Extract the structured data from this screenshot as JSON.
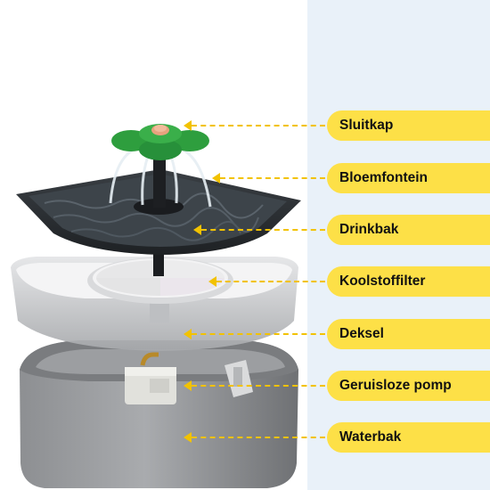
{
  "callouts": [
    {
      "id": "sluitkap",
      "label": "Sluitkap"
    },
    {
      "id": "bloemfontein",
      "label": "Bloemfontein"
    },
    {
      "id": "drinkbak",
      "label": "Drinkbak"
    },
    {
      "id": "koolstoffilter",
      "label": "Koolstoffilter"
    },
    {
      "id": "deksel",
      "label": "Deksel"
    },
    {
      "id": "geruisloze-pomp",
      "label": "Geruisloze pomp"
    },
    {
      "id": "waterbak",
      "label": "Waterbak"
    }
  ],
  "colors": {
    "label_background": "#fde047",
    "leader_line": "#f2c200",
    "panel_background": "#e9f1f9",
    "flower_green": "#2e9e3e",
    "tray_dark": "#2b2f33",
    "base_grey": "#7d7f82"
  }
}
